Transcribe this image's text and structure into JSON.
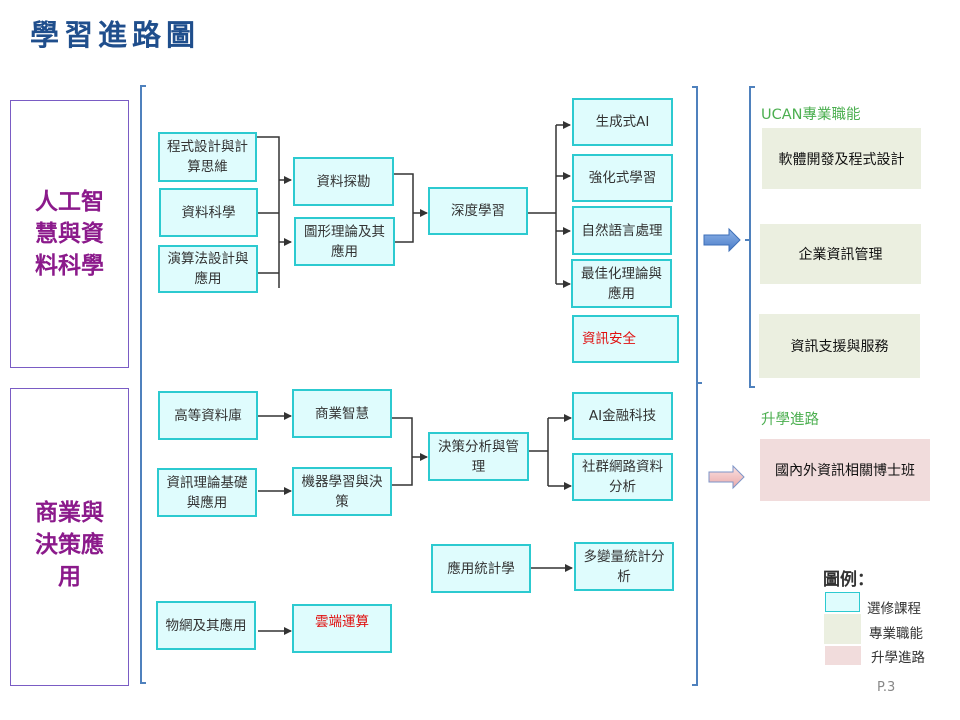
{
  "title": "學習進路圖",
  "tracks": [
    {
      "label": "人工智慧與資料科學"
    },
    {
      "label": "商業與決策應用"
    }
  ],
  "ai_track": {
    "foundation": [
      "程式設計與計算思維",
      "資料科學",
      "演算法設計與應用"
    ],
    "intermediate": [
      "資料探勘",
      "圖形理論及其應用"
    ],
    "core": "深度學習",
    "advanced": [
      "生成式AI",
      "強化式學習",
      "自然語言處理",
      "最佳化理論與應用"
    ],
    "standalone": "資訊安全"
  },
  "biz_track": {
    "foundation": [
      "高等資料庫",
      "資訊理論基礎與應用"
    ],
    "intermediate": [
      "商業智慧",
      "機器學習與決策"
    ],
    "core": "決策分析與管理",
    "advanced": [
      "AI金融科技",
      "社群網路資料分析"
    ],
    "stats": {
      "from": "應用統計學",
      "to": "多變量統計分析"
    },
    "iot": {
      "from": "物網及其應用",
      "to": "雲端運算"
    }
  },
  "careers": {
    "label": "UCAN專業職能",
    "items": [
      "軟體開發及程式設計",
      "企業資訊管理",
      "資訊支援與服務"
    ]
  },
  "further_study": {
    "label": "升學進路",
    "items": [
      "國內外資訊相關博士班"
    ]
  },
  "legend": {
    "title": "圖例：",
    "items": [
      {
        "label": "選修課程",
        "color": "#dffcfd"
      },
      {
        "label": "專業職能",
        "color": "#ebefe0"
      },
      {
        "label": "升學進路",
        "color": "#f1dcdc"
      }
    ]
  },
  "highlight_color": "#e01010",
  "page_number": "P.3"
}
